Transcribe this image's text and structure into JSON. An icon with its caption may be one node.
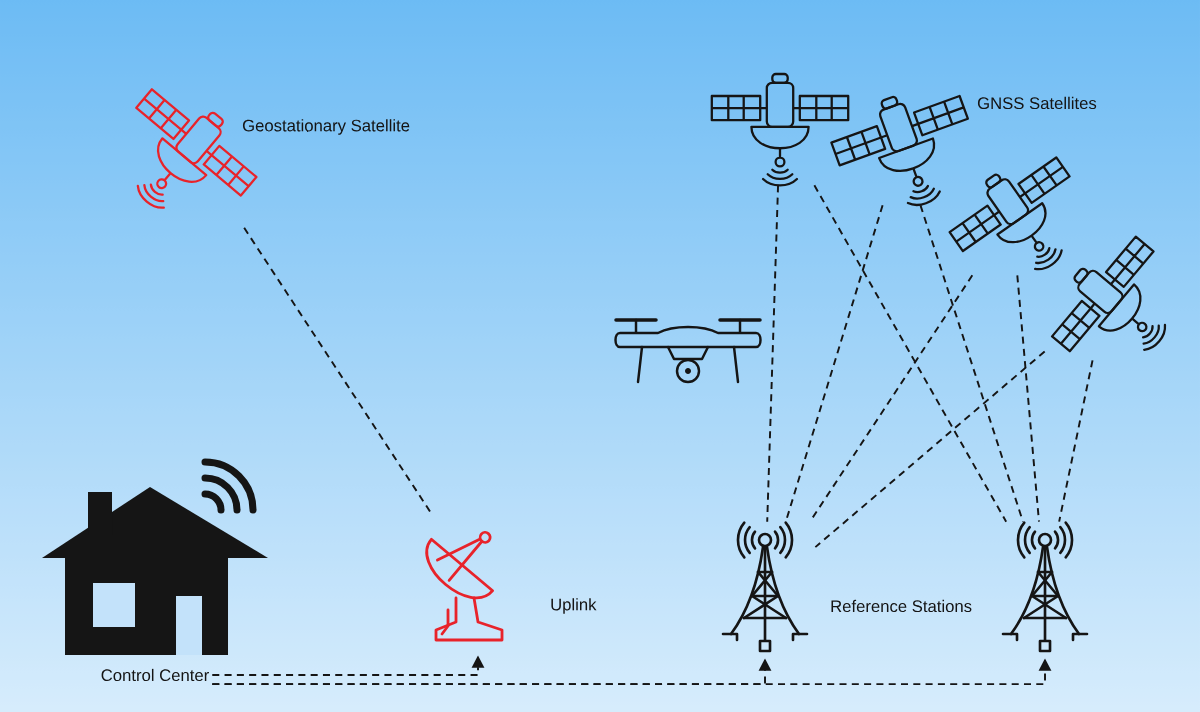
{
  "diagram": {
    "nodes": [
      {
        "text": [],
        "shape": "picture",
        "beside": [
          "Geostationary Satellite"
        ]
      },
      {
        "text": [],
        "shape": "picture"
      },
      {
        "text": [],
        "shape": "picture"
      },
      {
        "text": [],
        "shape": "picture"
      },
      {
        "text": [],
        "shape": "picture"
      },
      {
        "text": [],
        "shape": "picture"
      },
      {
        "text": [
          "Control Center"
        ]
      },
      {
        "text": [],
        "shape": "picture",
        "beside": [
          "Uplink"
        ]
      },
      {
        "text": [],
        "shape": "picture"
      },
      {
        "text": [],
        "shape": "picture"
      }
    ],
    "edges": [
      {
        "from": 0,
        "to": 7,
        "arrow": "none",
        "style": "dashed"
      },
      {
        "from": 1,
        "to": 8,
        "arrow": "none",
        "style": "dashed"
      },
      {
        "from": 1,
        "to": 9,
        "arrow": "none",
        "style": "dashed"
      },
      {
        "from": 2,
        "to": 8,
        "arrow": "none",
        "style": "dashed"
      },
      {
        "from": 2,
        "to": 9,
        "arrow": "none",
        "style": "dashed"
      },
      {
        "from": 3,
        "to": 8,
        "arrow": "none",
        "style": "dashed"
      },
      {
        "from": 3,
        "to": 9,
        "arrow": "none",
        "style": "dashed"
      },
      {
        "from": 4,
        "to": 8,
        "arrow": "none",
        "style": "dashed"
      },
      {
        "from": 4,
        "to": 9,
        "arrow": "none",
        "style": "dashed"
      },
      {
        "from": 6,
        "to": 7,
        "arrow": "to",
        "style": "dashed"
      },
      {
        "from": 6,
        "to": 8,
        "arrow": "to",
        "style": "dashed"
      },
      {
        "from": 6,
        "to": 9,
        "arrow": "to",
        "style": "dashed"
      }
    ],
    "labels": [
      "GNSS Satellites",
      "Reference Stations"
    ]
  }
}
